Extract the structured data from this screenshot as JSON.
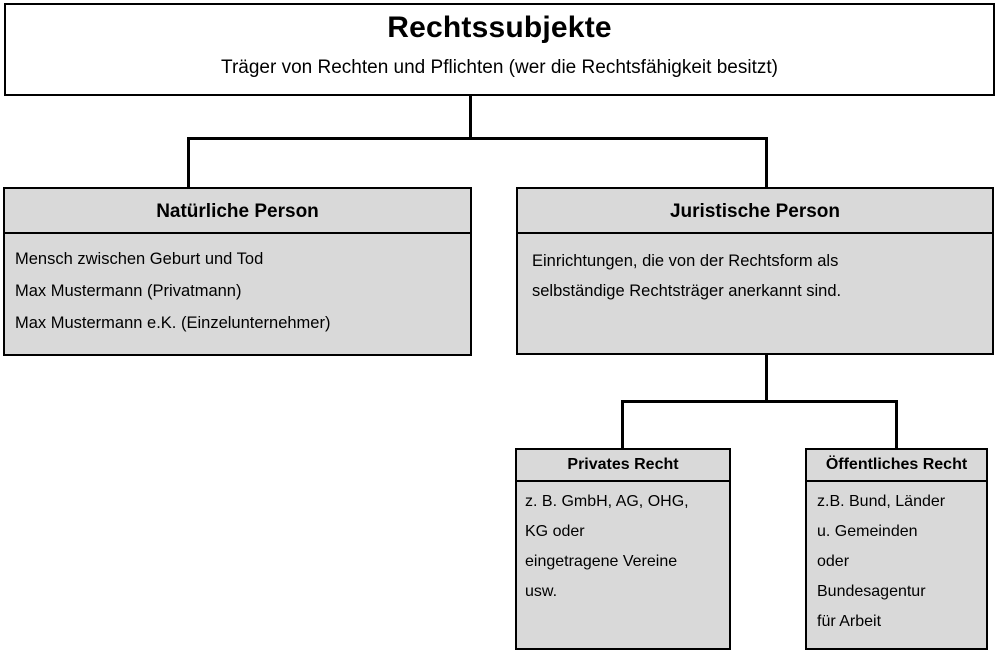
{
  "diagram": {
    "title": "Rechtssubjekte",
    "language": "de",
    "colors": {
      "box_fill": "#d9d9d9",
      "root_fill": "#ffffff",
      "border": "#000000",
      "text": "#000000",
      "background": "#ffffff"
    }
  },
  "root": {
    "header": "Rechtssubjekte",
    "subtitle": "Träger von Rechten und Pflichten (wer die Rechtsfähigkeit besitzt)"
  },
  "nodes": {
    "natuerliche_person": {
      "header": "Natürliche Person",
      "lines": [
        "Mensch zwischen Geburt und Tod",
        "Max Mustermann (Privatmann)",
        "Max Mustermann e.K. (Einzelunternehmer)"
      ]
    },
    "juristische_person": {
      "header": "Juristische Person",
      "lines": [
        "Einrichtungen, die von der Rechtsform als",
        "selbständige Rechtsträger anerkannt sind."
      ]
    },
    "privates_recht": {
      "header": "Privates Recht",
      "lines": [
        "z. B. GmbH, AG, OHG,",
        "KG  oder",
        "eingetragene Vereine",
        "usw."
      ]
    },
    "oeffentliches_recht": {
      "header": "Öffentliches Recht",
      "lines": [
        "z.B. Bund, Länder",
        "u. Gemeinden",
        "oder",
        "Bundesagentur",
        "für Arbeit"
      ]
    }
  }
}
